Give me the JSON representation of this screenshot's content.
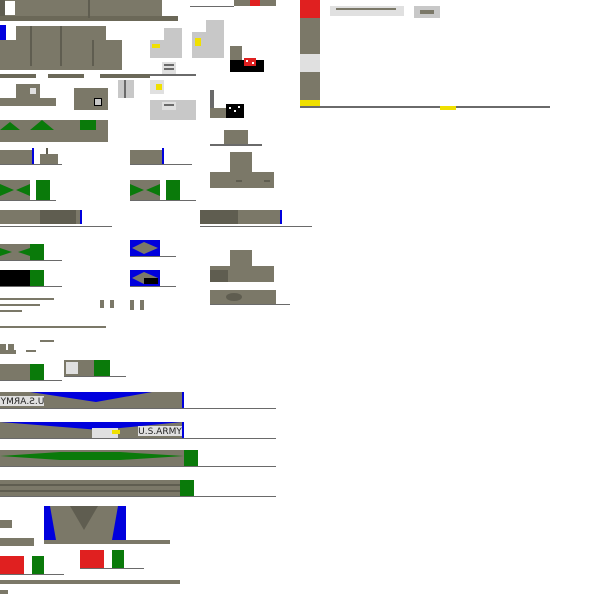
{
  "sheet": {
    "title": "",
    "background": "#ffffff"
  },
  "palette": {
    "hull": "#7b7868",
    "hull_dark": "#5f5d50",
    "deck_line": "#6b6858",
    "waterline": "#6a6a6a",
    "accent_blue": "#0000dd",
    "accent_green": "#0a7a0a",
    "accent_red": "#e02020",
    "accent_yellow": "#f0e000",
    "light_grey": "#c8c8c8",
    "panel_grey": "#e0e0e0",
    "black": "#000000",
    "white": "#ffffff"
  },
  "labels": {
    "us_army_mirrored": "U.S.ARMY",
    "us_army": "U.S.ARMY"
  },
  "sprites": [
    {
      "name": "hull-strip-top-sprite"
    },
    {
      "name": "command-bridge-sprite"
    },
    {
      "name": "crew-module-sprite"
    },
    {
      "name": "computer-terminal-sprite"
    },
    {
      "name": "radar-console-sprite"
    },
    {
      "name": "cargo-hull-sprite"
    },
    {
      "name": "flag-stripe-sprite"
    },
    {
      "name": "turret-base-sprite"
    },
    {
      "name": "deck-panel-sprite"
    },
    {
      "name": "barge-hull-sprite"
    },
    {
      "name": "gunboat-hull-sprite"
    },
    {
      "name": "patrol-boat-hull-sprite"
    },
    {
      "name": "landing-craft-sprite"
    },
    {
      "name": "us-army-transport-sprite"
    },
    {
      "name": "color-swatch-column-sprite"
    },
    {
      "name": "waterline-strip-sprite"
    }
  ]
}
